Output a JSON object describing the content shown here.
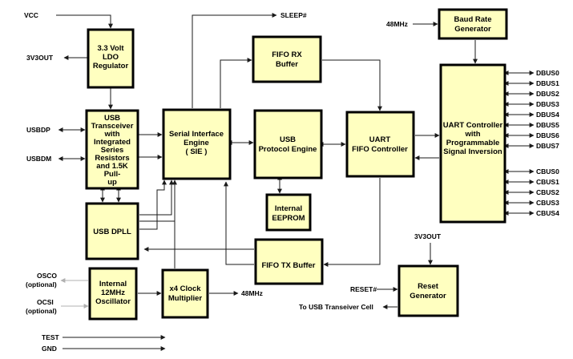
{
  "blocks": {
    "ldo": [
      "3.3 Volt",
      "LDO",
      "Regulator"
    ],
    "xcvr": [
      "USB",
      "Transceiver",
      "with",
      "Integrated",
      "Series",
      "Resistors",
      "and 1.5K",
      "Pull-",
      "up"
    ],
    "sie": [
      "Serial Interface",
      "Engine",
      "( SIE )"
    ],
    "fifo_rx": [
      "FIFO RX",
      "Buffer"
    ],
    "usb_pe": [
      "USB",
      "Protocol Engine"
    ],
    "uart_fifo": [
      "UART",
      "FIFO Controller"
    ],
    "baud": [
      "Baud Rate",
      "Generator"
    ],
    "uart_ctrl": [
      "UART Controller",
      "with",
      "Programmable",
      "Signal Inversion"
    ],
    "eeprom": [
      "Internal",
      "EEPROM"
    ],
    "dpll": [
      "USB DPLL"
    ],
    "fifo_tx": [
      "FIFO TX Buffer"
    ],
    "osc": [
      "Internal",
      "12MHz",
      "Oscillator"
    ],
    "mult": [
      "x4 Clock",
      "Multiplier"
    ],
    "reset": [
      "Reset",
      "Generator"
    ]
  },
  "labels": {
    "vcc": "VCC",
    "sleep": "SLEEP#",
    "v3out_left": "3V3OUT",
    "usbdp": "USBDP",
    "usbdm": "USBDM",
    "clk48_top": "48MHz",
    "clk48_bottom": "48MHz",
    "osco": "OSCO",
    "osco_opt": "(optional)",
    "osci": "OCSI",
    "osci_opt": "(optional)",
    "test": "TEST",
    "gnd": "GND",
    "v3out_right": "3V3OUT",
    "reset_in": "RESET#",
    "to_usb": "To USB Transeiver Cell"
  },
  "dbus": [
    "DBUS0",
    "DBUS1",
    "DBUS2",
    "DBUS3",
    "DBUS4",
    "DBUS5",
    "DBUS6",
    "DBUS7"
  ],
  "cbus": [
    "CBUS0",
    "CBUS1",
    "CBUS2",
    "CBUS3",
    "CBUS4"
  ]
}
